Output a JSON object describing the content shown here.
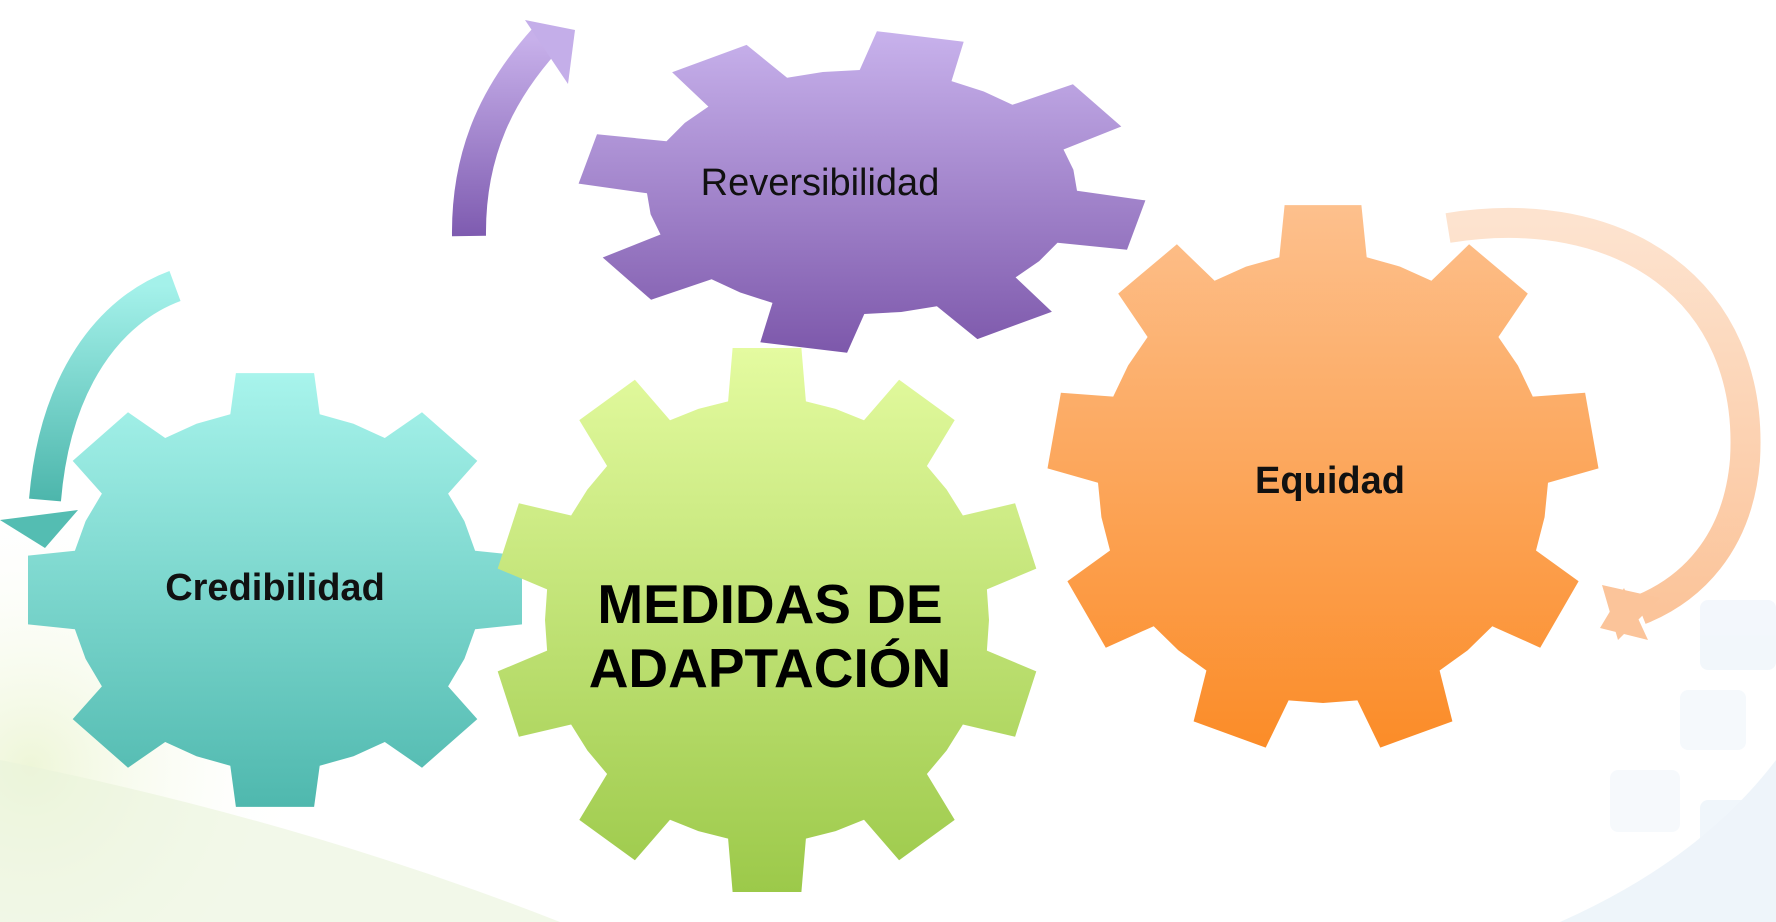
{
  "diagram": {
    "center": {
      "line1": "MEDIDAS DE",
      "line2": "ADAPTACIÓN"
    },
    "nodes": {
      "reversibilidad": "Reversibilidad",
      "equidad": "Equidad",
      "credibilidad": "Credibilidad"
    }
  },
  "colors": {
    "green_top": "#e4fba0",
    "green_bottom": "#9cc94a",
    "purple_top": "#c8b2ec",
    "purple_bottom": "#7d58ab",
    "orange_top": "#fdc08d",
    "orange_bottom": "#fb8c28",
    "teal_top": "#a8f4ec",
    "teal_bottom": "#4fb8ae",
    "arrow_purple": "#9d7bcb",
    "arrow_orange": "#fbcaa3",
    "arrow_teal": "#6fd6cc"
  }
}
